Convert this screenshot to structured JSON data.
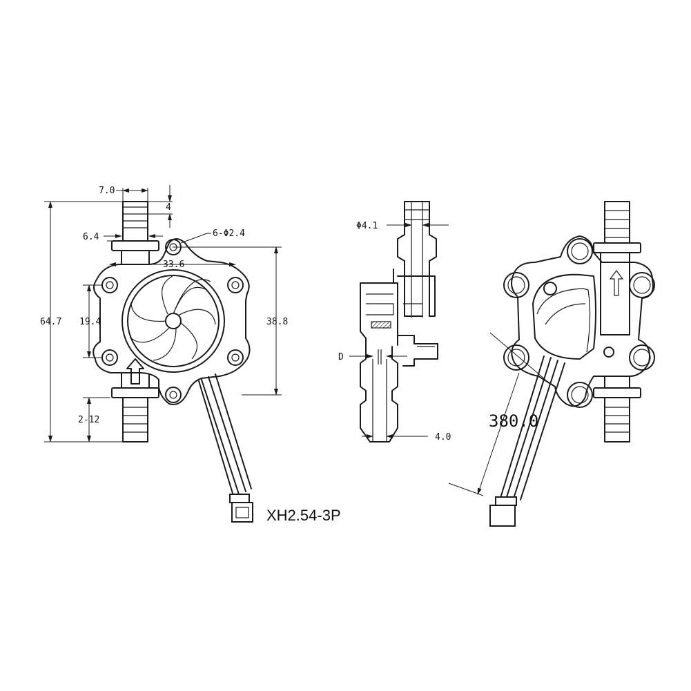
{
  "front_view": {
    "dim_pipe_width": "7.0",
    "dim_pipe_tip": "4",
    "dim_pipe_outer": "6.4",
    "dim_holes": "6-Φ2.4",
    "dim_hole_span_x": "33.6",
    "dim_total_height": "64.7",
    "dim_hole_span_y_small": "19.4",
    "dim_hole_span_y": "38.8",
    "dim_hose_range": "2-12",
    "connector_label": "XH2.54-3P"
  },
  "side_view": {
    "dim_bore": "Φ4.1",
    "dim_d": "D",
    "dim_bottom": "4.0"
  },
  "back_view": {
    "dim_cable_length": "380.0"
  }
}
